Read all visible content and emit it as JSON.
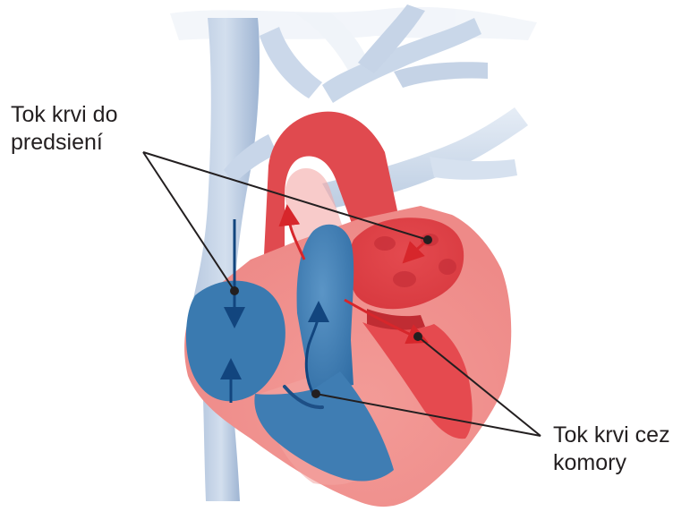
{
  "labels": {
    "atria_line1": "Tok krvi do",
    "atria_line2": "predsiení",
    "ventricles_line1": "Tok krvi cez",
    "ventricles_line2": "komory"
  },
  "colors": {
    "deoxygenated_blood": "#3d7eb5",
    "deoxygenated_dark": "#1d4f86",
    "oxygenated_blood": "#e2454a",
    "heart_muscle": "#f08f8f",
    "heart_muscle_light": "#f6b9b5",
    "vessel_blue": "#c4d3e6",
    "arrow_red": "#d7262b",
    "arrow_blue": "#12457e",
    "leader_line": "#231f20"
  }
}
